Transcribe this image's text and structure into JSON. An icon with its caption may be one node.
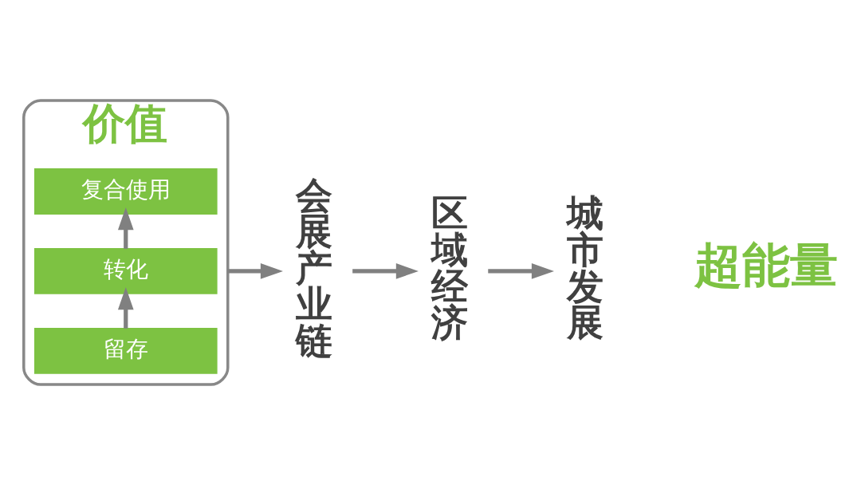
{
  "diagram": {
    "nodes": [
      {
        "text": [
          "价值"
        ]
      },
      {
        "text": [
          "留存"
        ],
        "in": 0
      },
      {
        "text": [
          "转化"
        ],
        "in": 0
      },
      {
        "text": [
          "复合使用"
        ],
        "in": 0
      },
      {
        "text": [
          "会展产业链"
        ]
      },
      {
        "text": [
          "区域经济"
        ]
      },
      {
        "text": [
          "城市发展"
        ]
      },
      {
        "text": [
          "超能量"
        ]
      }
    ],
    "edges": [
      {
        "from": 1,
        "to": 2,
        "arrow": "to"
      },
      {
        "from": 2,
        "to": 3,
        "arrow": "to"
      },
      {
        "from": 0,
        "to": 4,
        "arrow": "to"
      },
      {
        "from": 4,
        "to": 5,
        "arrow": "to"
      },
      {
        "from": 5,
        "to": 6,
        "arrow": "to"
      }
    ]
  }
}
